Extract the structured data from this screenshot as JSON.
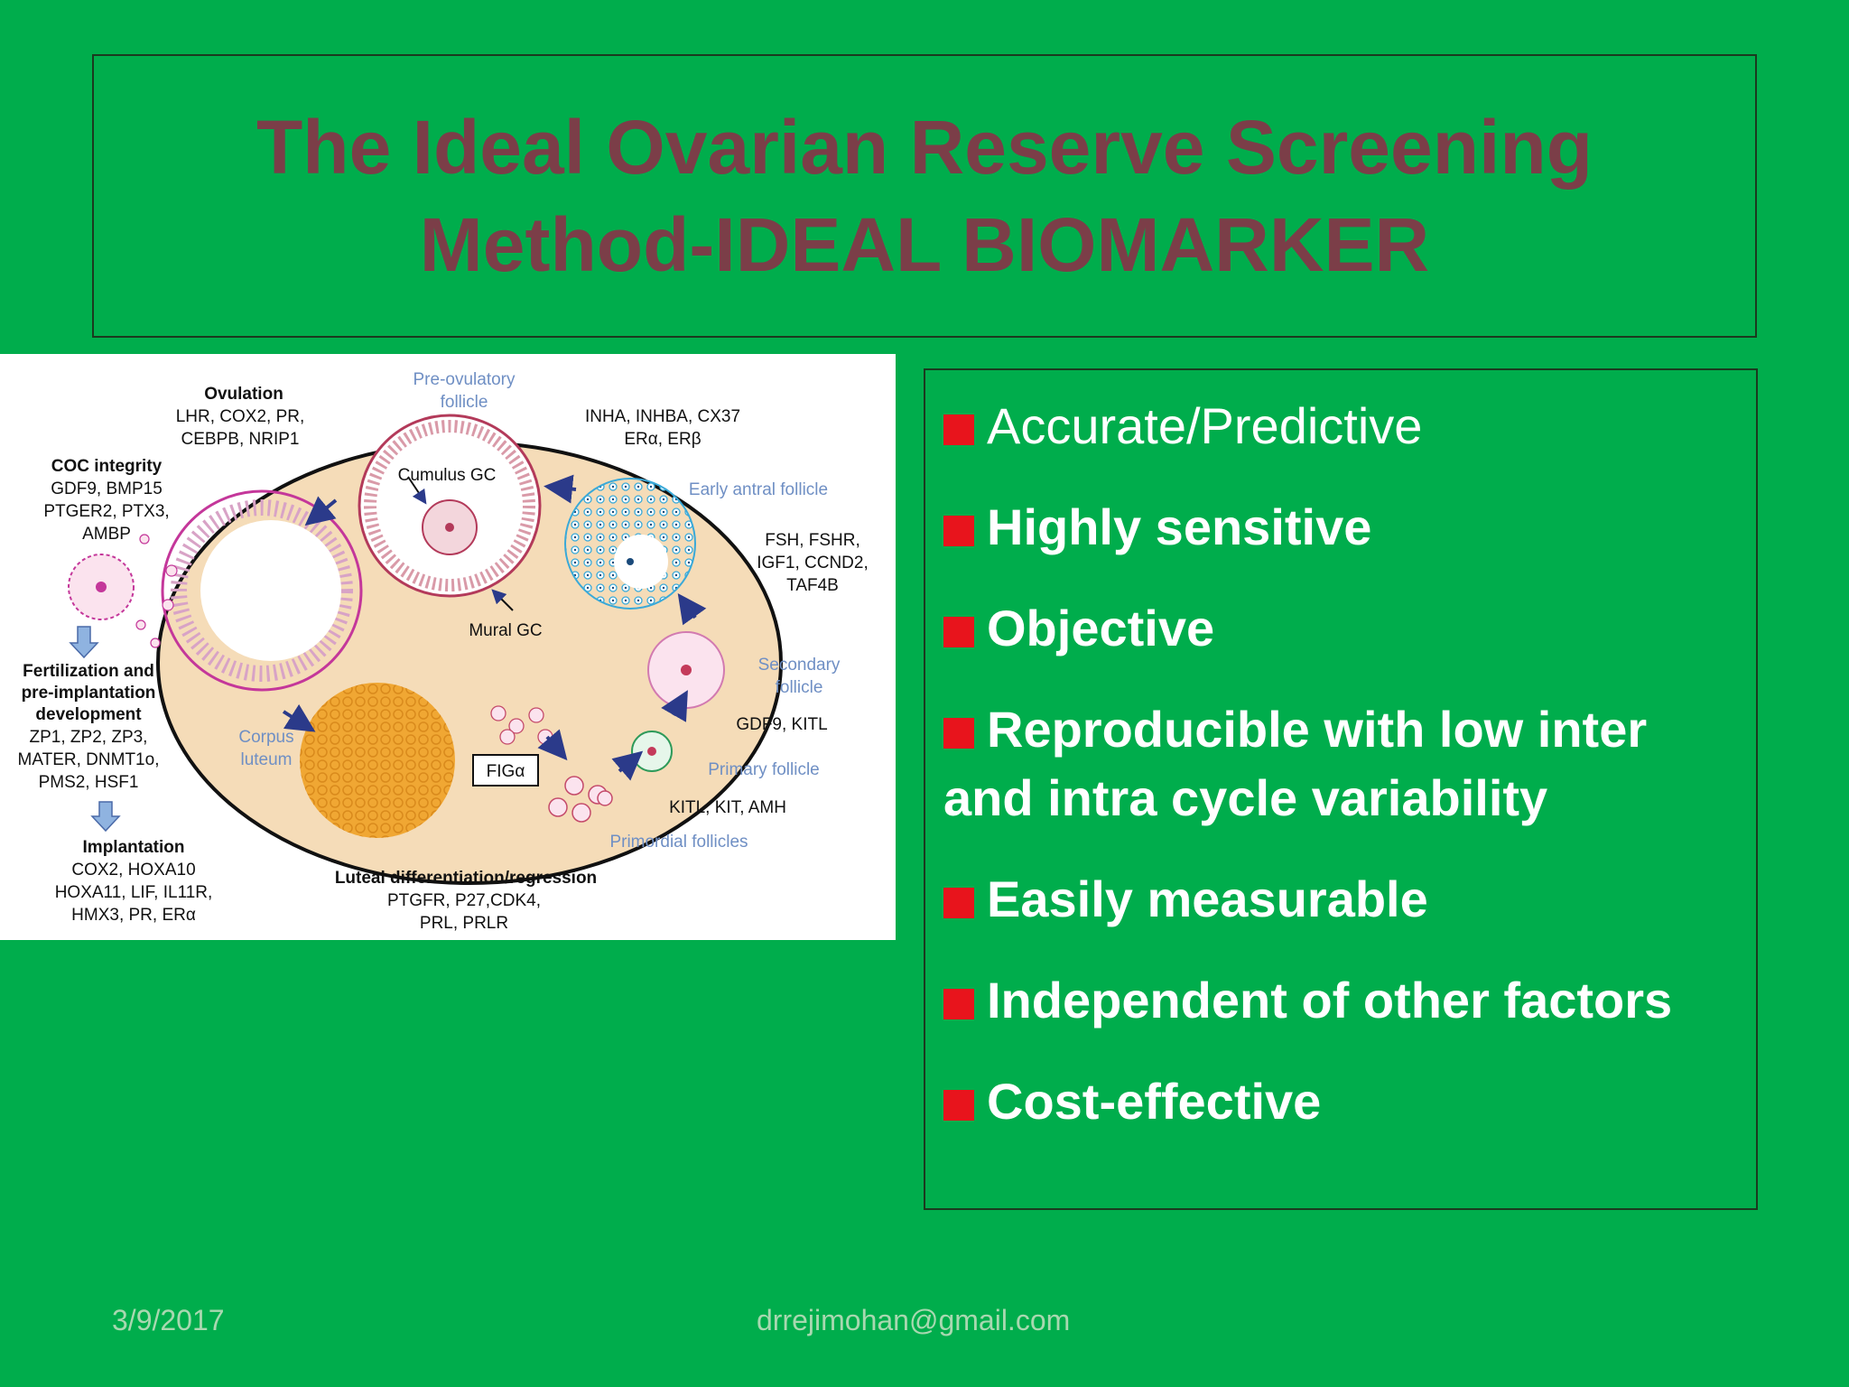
{
  "slide": {
    "title_line1": "The Ideal Ovarian Reserve Screening",
    "title_line2": "Method-IDEAL BIOMARKER",
    "bullets": [
      {
        "text": "Accurate/Predictive",
        "bold": false
      },
      {
        "text": "Highly sensitive",
        "bold": true
      },
      {
        "text": "Objective",
        "bold": true
      },
      {
        "text": "Reproducible with low inter and intra cycle variability",
        "bold": true
      },
      {
        "text": "Easily measurable",
        "bold": true
      },
      {
        "text": "Independent of other factors",
        "bold": true
      },
      {
        "text": "Cost-effective",
        "bold": true
      }
    ],
    "footer_date": "3/9/2017",
    "footer_email": "drrejimohan@gmail.com",
    "colors": {
      "background": "#00ad4c",
      "title": "#7b3e48",
      "bullet_marker": "#e8141c",
      "bullet_text": "#ffffff",
      "footer_text": "#a8d8b0"
    }
  },
  "figure": {
    "ovulation": [
      "Ovulation",
      "LHR, COX2, PR,",
      "CEBPB, NRIP1"
    ],
    "coc": [
      "COC integrity",
      "GDF9, BMP15",
      "PTGER2, PTX3,",
      "AMBP"
    ],
    "fertilization": [
      "Fertilization and",
      "pre-implantation",
      "development",
      "ZP1, ZP2, ZP3,",
      "MATER, DNMT1o,",
      "PMS2, HSF1"
    ],
    "implantation": [
      "Implantation",
      "COX2, HOXA10",
      "HOXA11, LIF, IL11R,",
      "HMX3, PR, ERα"
    ],
    "luteal": [
      "Luteal differentiation/regression",
      "PTGFR, P27,CDK4,",
      "PRL, PRLR"
    ],
    "preovulatory": [
      "Pre-ovulatory",
      "follicle"
    ],
    "inha": [
      "INHA, INHBA, CX37",
      "ERα, ERβ"
    ],
    "cumulus": "Cumulus GC",
    "mural": "Mural GC",
    "early_antral": "Early antral follicle",
    "fsh": [
      "FSH, FSHR,",
      "IGF1, CCND2,",
      "TAF4B"
    ],
    "secondary": [
      "Secondary",
      "follicle"
    ],
    "gdf9": "GDF9, KITL",
    "primary": "Primary follicle",
    "kitl": "KITL, KIT, AMH",
    "primordial": "Primordial follicles",
    "corpus": [
      "Corpus",
      "luteum"
    ],
    "figa": "FIGα"
  }
}
